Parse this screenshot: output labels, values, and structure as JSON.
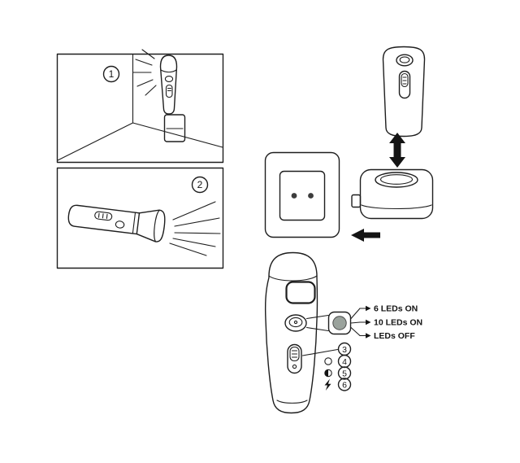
{
  "panels": {
    "panel1": {
      "number": "1"
    },
    "panel2": {
      "number": "2"
    }
  },
  "legend": {
    "items": [
      {
        "label": "6 LEDs ON"
      },
      {
        "label": "10 LEDs ON"
      },
      {
        "label": "LEDs OFF"
      }
    ]
  },
  "callouts": {
    "step3": {
      "number": "3"
    },
    "step4": {
      "number": "4",
      "icon": "circle-outline"
    },
    "step5": {
      "number": "5",
      "icon": "half-filled-circle"
    },
    "step6": {
      "number": "6",
      "icon": "lightning-bolt"
    }
  },
  "icons": {
    "vertical_double_arrow": "insert-remove-arrow",
    "left_arrow": "plug-in-arrow",
    "mode_button": "gray-round-button"
  },
  "colors": {
    "line": "#1e1e1e",
    "mode_button_fill": "#9aa29c",
    "arrow_fill": "#141414"
  }
}
